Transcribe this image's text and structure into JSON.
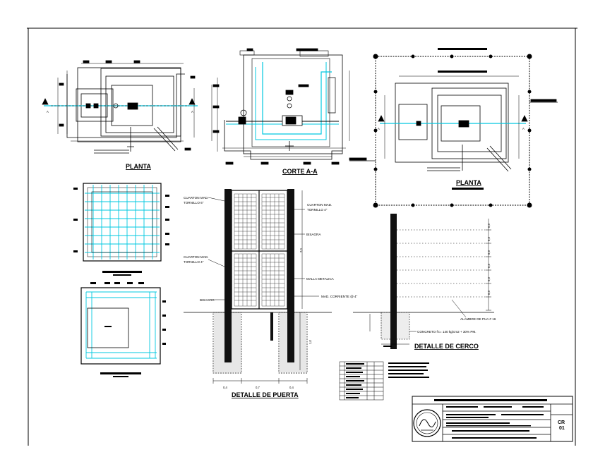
{
  "drawing": {
    "views": {
      "planta_left": "PLANTA",
      "corte": "CORTE A-A",
      "planta_right": "PLANTA",
      "puerta": "DETALLE DE PUERTA",
      "cerco": "DETALLE DE CERCO"
    },
    "section_marker": "A",
    "door_labels": {
      "cuarton_top_left": [
        "CUARTON MAD.",
        "TORNILLO 6\""
      ],
      "cuarton_top_right": [
        "CUARTON MAD.",
        "TORNILLO 4\""
      ],
      "cuarton_mid_left": [
        "CUARTON MAD.",
        "TORNILLO 4\""
      ],
      "bisagra_right": "BISAGRA",
      "bisagra_left": "BISAGRA",
      "malla": "MALLA METALICA",
      "mad_corriente": "MAD. CORRIENTE @ 4\""
    },
    "door_dims": {
      "height": "2,0",
      "footing": "1,0",
      "bottom": [
        "0,4",
        "0,7",
        "0,4"
      ]
    },
    "fence_labels": {
      "alambre": "ALAMBRE DE PUA # 16",
      "concreto": "CONCRETO f'c= 140 kg/cm2 + 30% PM."
    },
    "fence_spacing": [
      "0,3",
      "0,3",
      "0,3",
      "0,3",
      "0,3",
      "0,3"
    ],
    "sheet_code": [
      "CR",
      "01"
    ]
  }
}
